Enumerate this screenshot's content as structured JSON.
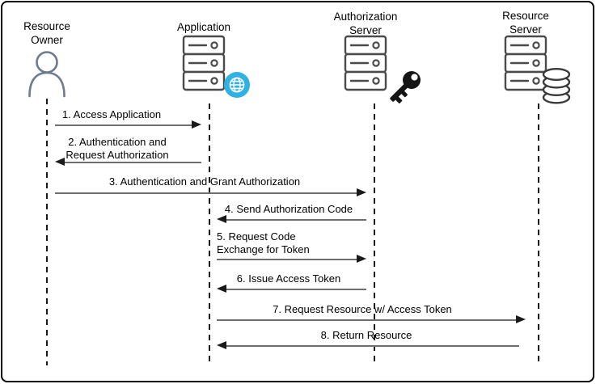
{
  "diagram": {
    "type": "sequence",
    "actors": [
      {
        "id": "resource-owner",
        "label_lines": [
          "Resource",
          "Owner"
        ],
        "icon": "person-icon"
      },
      {
        "id": "application",
        "label_lines": [
          "Application"
        ],
        "icon": "server-icon",
        "badge_icon": "globe-icon"
      },
      {
        "id": "authorization-server",
        "label_lines": [
          "Authorization",
          "Server"
        ],
        "icon": "server-icon",
        "badge_icon": "key-icon"
      },
      {
        "id": "resource-server",
        "label_lines": [
          "Resource",
          "Server"
        ],
        "icon": "server-icon",
        "badge_icon": "database-icon"
      }
    ],
    "messages": [
      {
        "label_lines": [
          "1. Access Application"
        ],
        "from": "resource-owner",
        "to": "application"
      },
      {
        "label_lines": [
          "2. Authentication and",
          "Request Authorization"
        ],
        "from": "application",
        "to": "resource-owner"
      },
      {
        "label_lines": [
          "3. Authentication and Grant Authorization"
        ],
        "from": "resource-owner",
        "to": "authorization-server"
      },
      {
        "label_lines": [
          "4. Send Authorization Code"
        ],
        "from": "authorization-server",
        "to": "application"
      },
      {
        "label_lines": [
          "5. Request Code",
          "Exchange for Token"
        ],
        "from": "application",
        "to": "authorization-server"
      },
      {
        "label_lines": [
          "6. Issue Access Token"
        ],
        "from": "authorization-server",
        "to": "application"
      },
      {
        "label_lines": [
          "7. Request Resource w/ Access Token"
        ],
        "from": "application",
        "to": "resource-server"
      },
      {
        "label_lines": [
          "8. Return Resource"
        ],
        "from": "resource-server",
        "to": "application"
      }
    ],
    "colors": {
      "background": "#ffffff",
      "border": "#000000",
      "text": "#000000",
      "lifeline": "#1a1a1a",
      "arrow_line": "#6e6e6e",
      "arrowhead": "#1a1a1a",
      "person_stroke": "#6e7a8e",
      "server_stroke": "#4a4a4a",
      "globe_badge": "#2fb1e3",
      "key_fill": "#151515",
      "database_stroke": "#3a3a3a"
    }
  }
}
